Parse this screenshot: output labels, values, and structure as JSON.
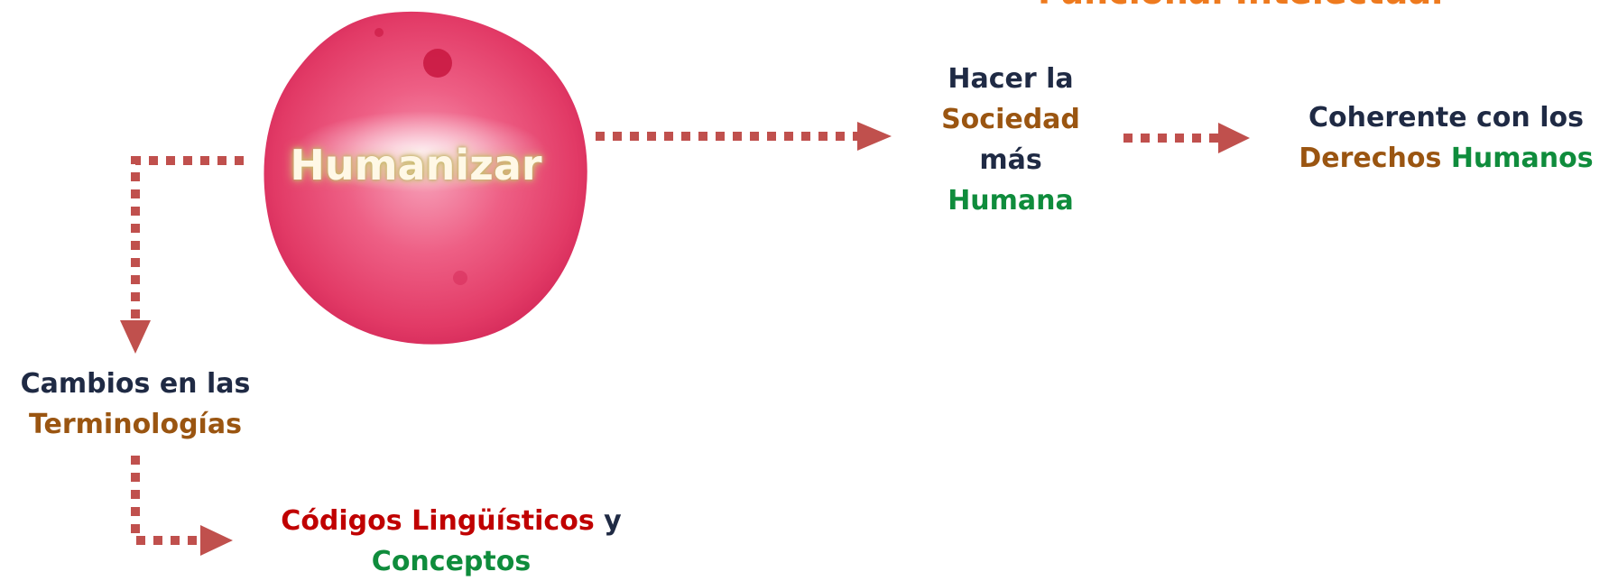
{
  "header": {
    "title": "Funcional Intelectual"
  },
  "hub": {
    "label": "Humanizar"
  },
  "node_society": {
    "line1": "Hacer la",
    "line2": "Sociedad",
    "line3": "más",
    "line4": "Humana"
  },
  "node_rights": {
    "line1": "Coherente con los",
    "word_rights": "Derechos",
    "word_human": "Humanos"
  },
  "node_terms": {
    "line1": "Cambios en las",
    "line2": "Terminologías"
  },
  "node_codes": {
    "word_codes": "Códigos",
    "word_ling": "Lingüísticos",
    "word_and": "y",
    "word_concepts": "Conceptos"
  },
  "colors": {
    "navy": "#1f2a44",
    "brown": "#9a5511",
    "green": "#0f8c3c",
    "red": "#c00000",
    "orange": "#ee7a1e",
    "connector": "#c0504d",
    "blob": "#e8406a"
  }
}
